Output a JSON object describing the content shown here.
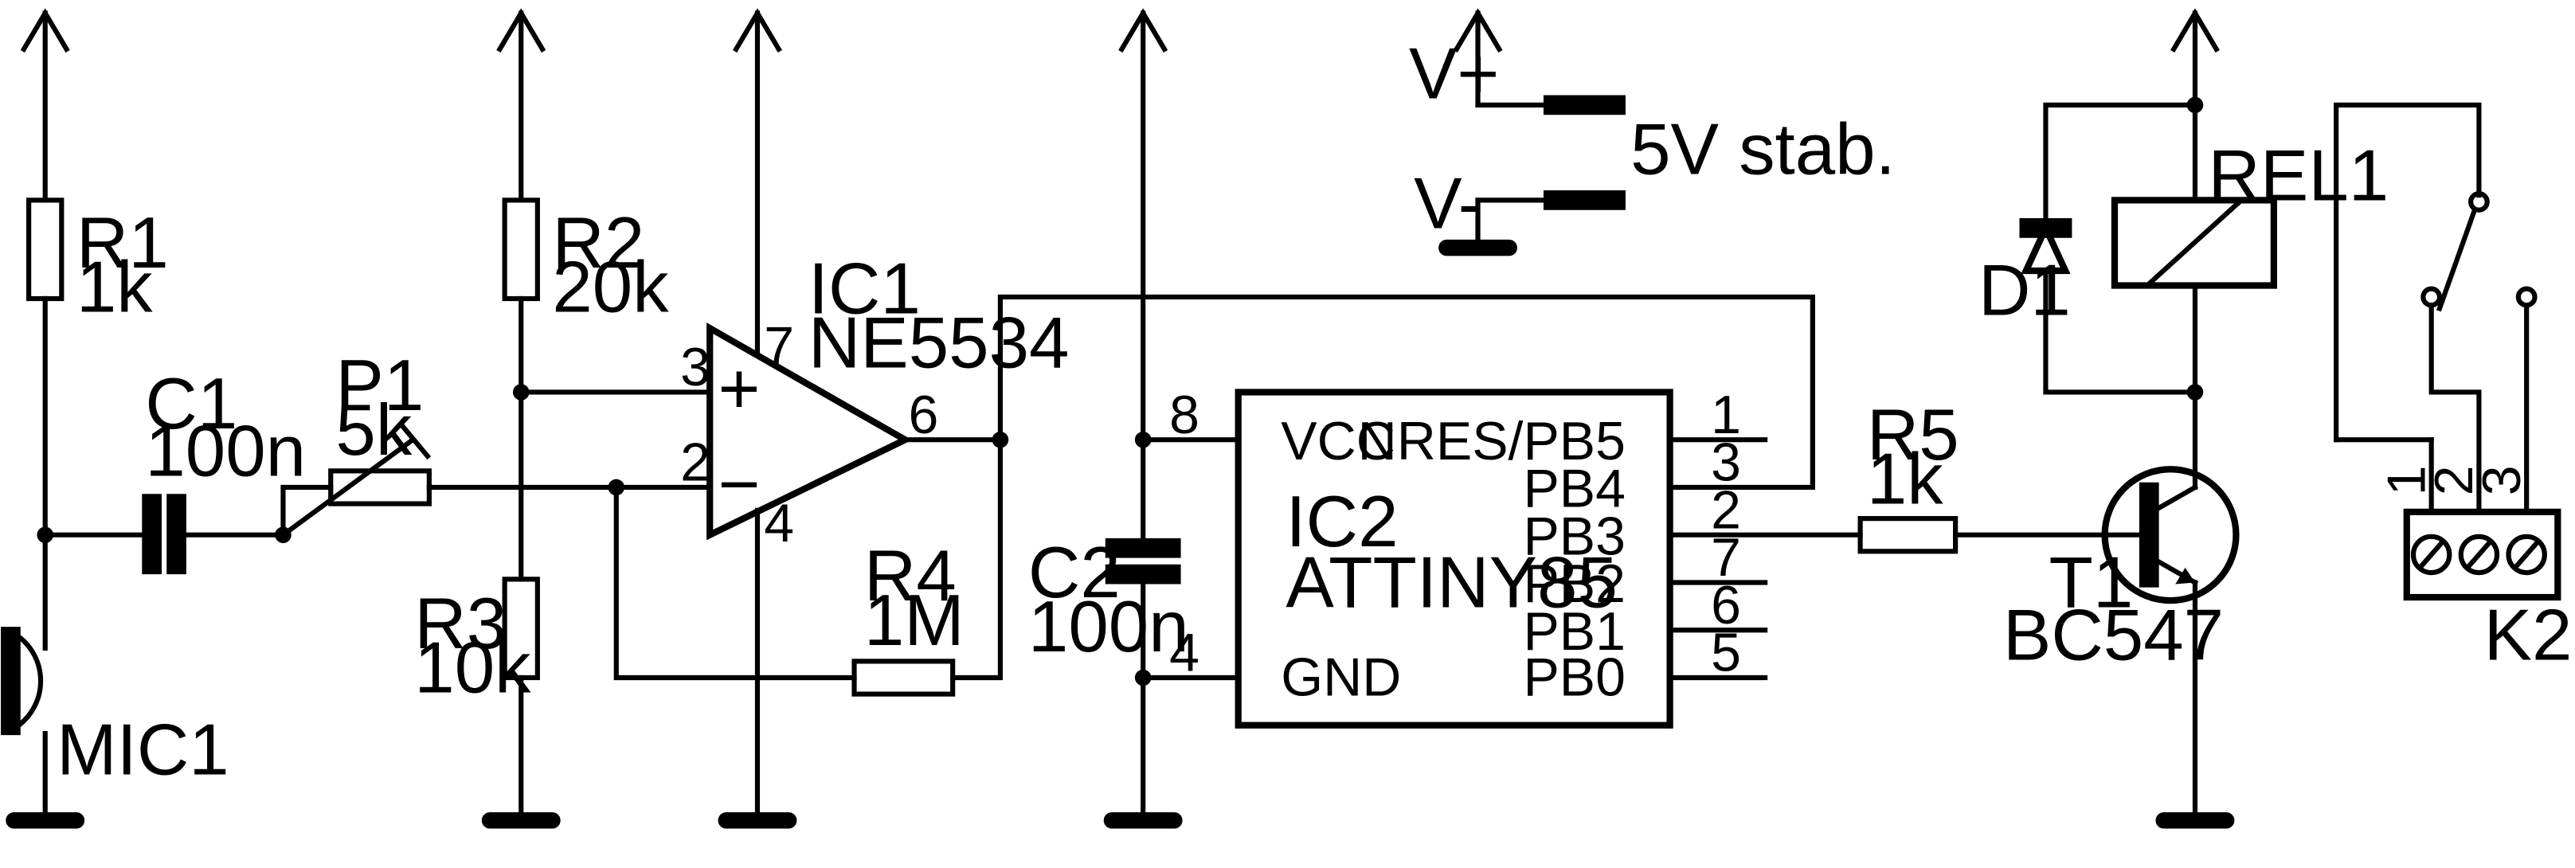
{
  "components": {
    "r1": {
      "ref": "R1",
      "value": "1k"
    },
    "r2": {
      "ref": "R2",
      "value": "20k"
    },
    "r3": {
      "ref": "R3",
      "value": "10k"
    },
    "r4": {
      "ref": "R4",
      "value": "1M"
    },
    "r5": {
      "ref": "R5",
      "value": "1k"
    },
    "c1": {
      "ref": "C1",
      "value": "100n"
    },
    "c2": {
      "ref": "C2",
      "value": "100n"
    },
    "p1": {
      "ref": "P1",
      "value": "5k"
    },
    "mic1": {
      "ref": "MIC1"
    },
    "ic1": {
      "ref": "IC1",
      "value": "NE5534",
      "pins": {
        "noninv": "3",
        "inv": "2",
        "out": "6",
        "vplus": "7",
        "vminus": "4"
      },
      "plus_sign": "+",
      "minus_sign": "−"
    },
    "ic2": {
      "ref": "IC2",
      "value": "ATTINY85",
      "pins_left": [
        {
          "num": "8",
          "name": "VCC"
        },
        {
          "num": "4",
          "name": "GND"
        }
      ],
      "pins_right": [
        {
          "num": "1",
          "name": "NRES/PB5"
        },
        {
          "num": "3",
          "name": "PB4"
        },
        {
          "num": "2",
          "name": "PB3"
        },
        {
          "num": "7",
          "name": "PB2"
        },
        {
          "num": "6",
          "name": "PB1"
        },
        {
          "num": "5",
          "name": "PB0"
        }
      ]
    },
    "t1": {
      "ref": "T1",
      "value": "BC547"
    },
    "d1": {
      "ref": "D1"
    },
    "rel1": {
      "ref": "REL1"
    },
    "k2": {
      "ref": "K2",
      "pins": [
        "1",
        "2",
        "3"
      ]
    }
  },
  "supply": {
    "vplus": "V+",
    "vminus": "V-",
    "note": "5V stab."
  }
}
